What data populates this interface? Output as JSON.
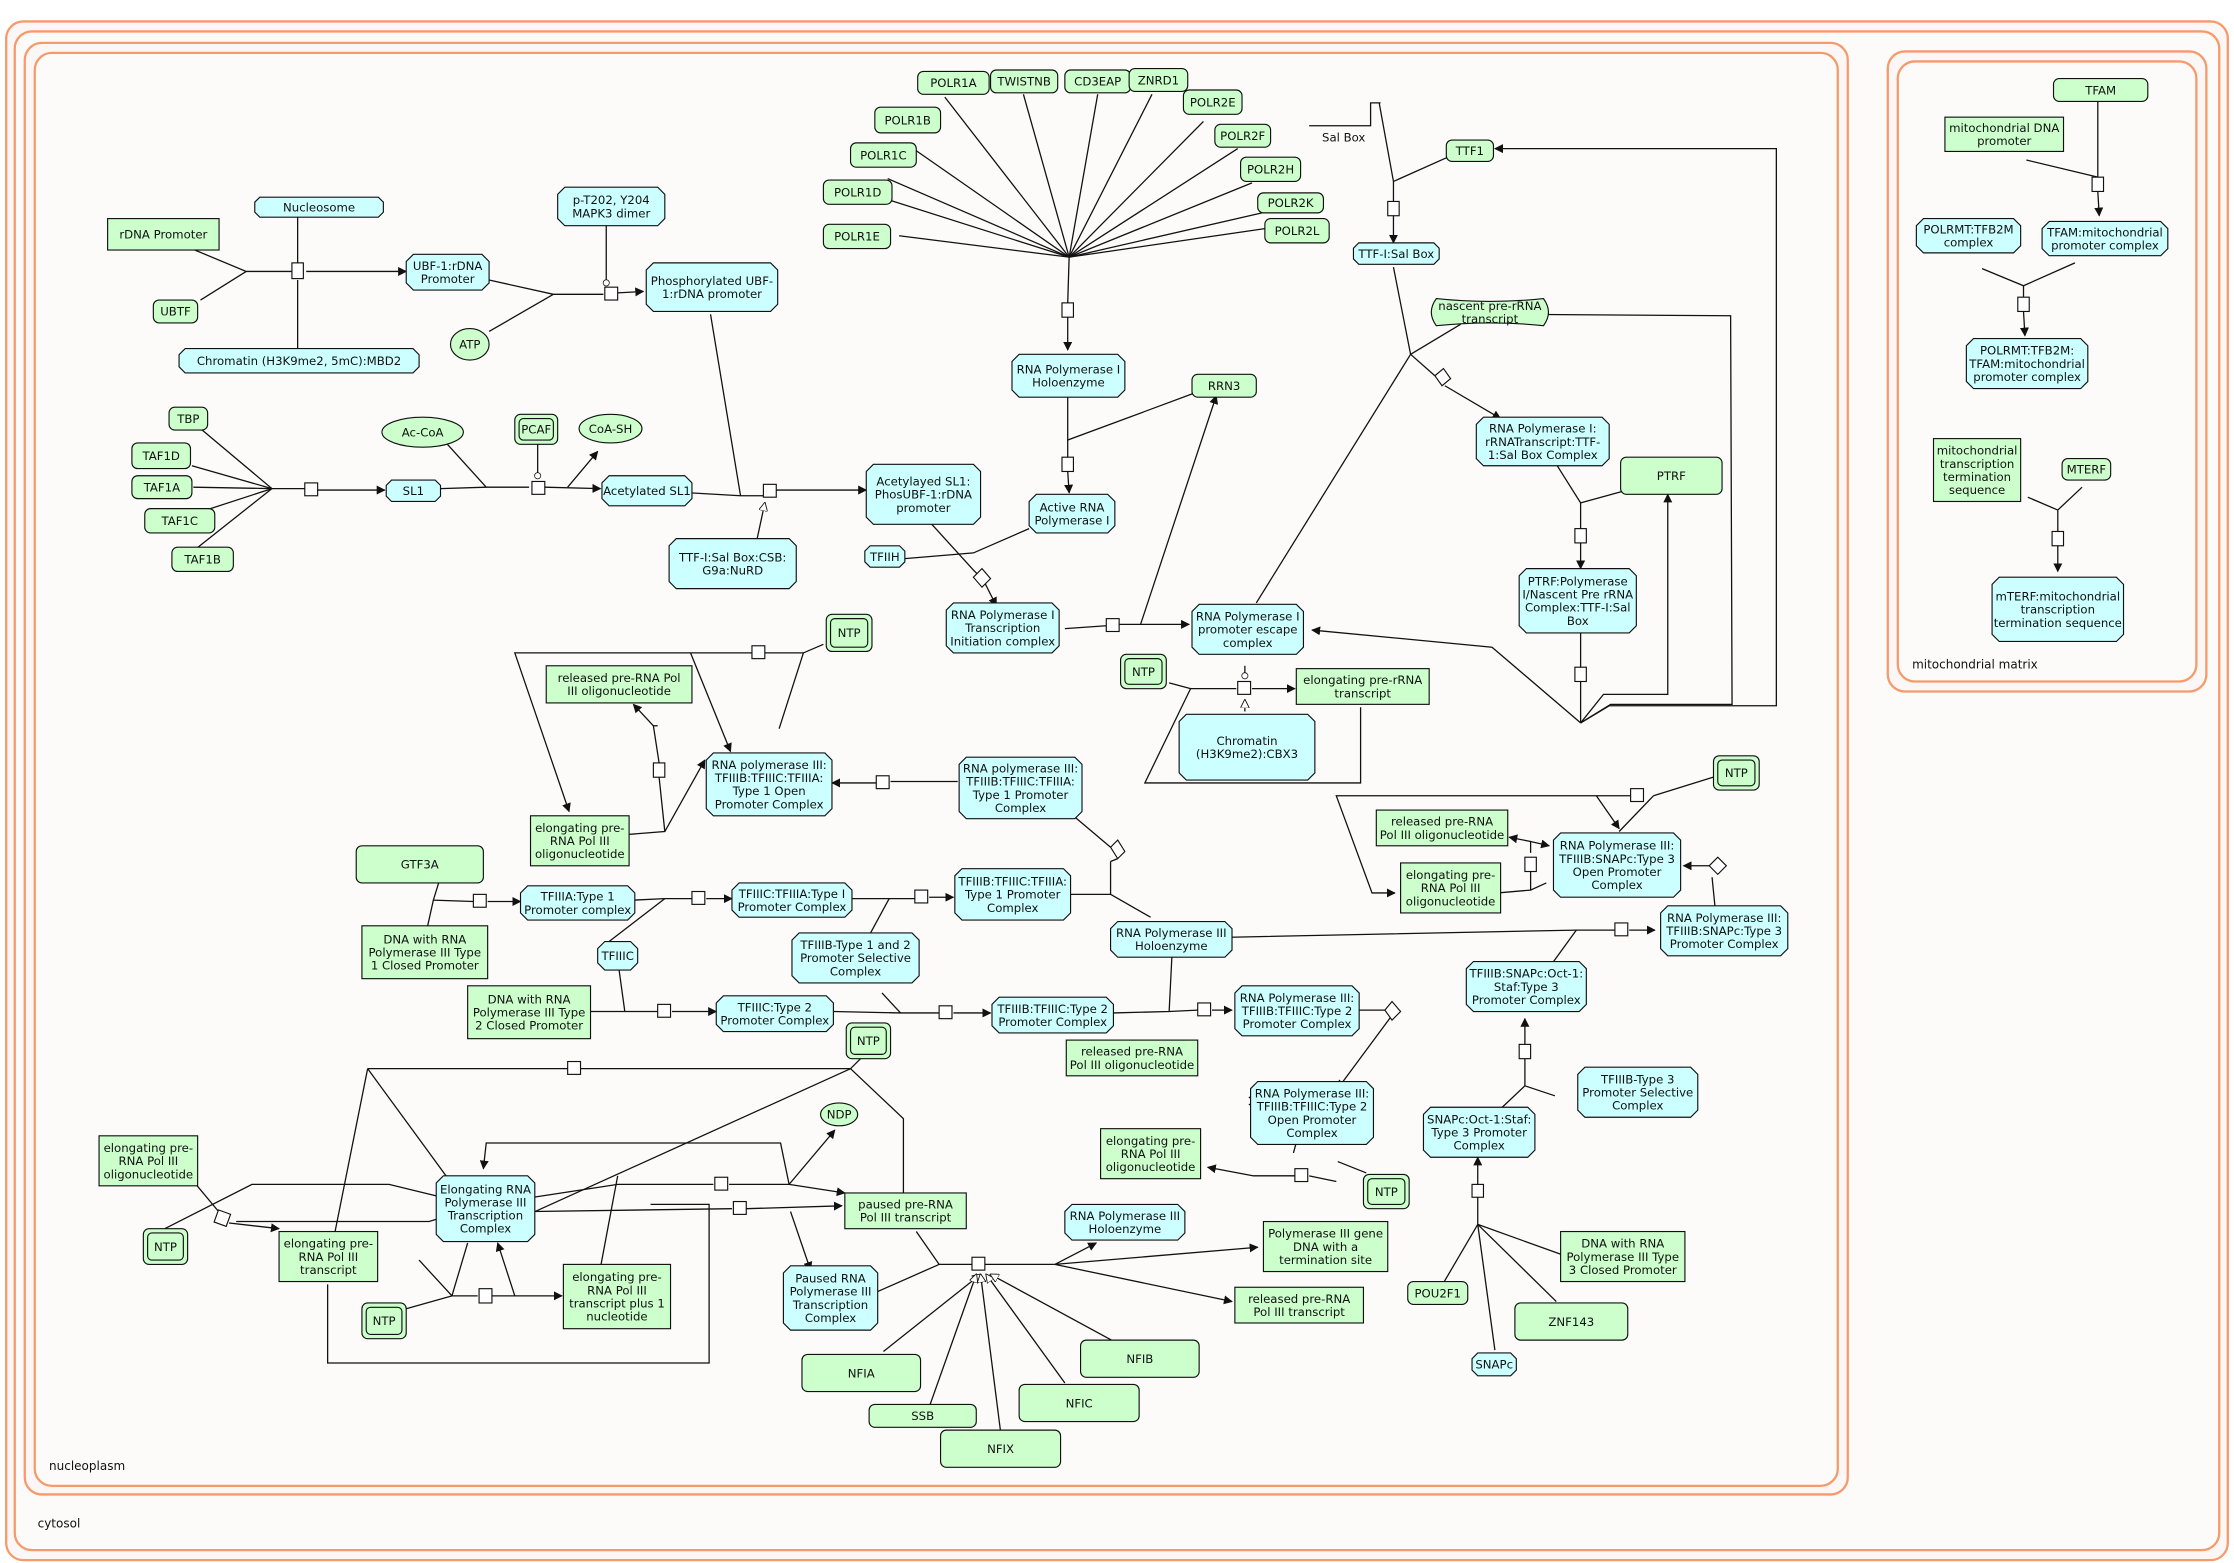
{
  "compartments": {
    "cytosol": "cytosol",
    "nucleoplasm": "nucleoplasm",
    "mitochondrial_matrix": "mitochondrial matrix"
  },
  "colors": {
    "complex_fill": "#ccffff",
    "protein_fill": "#ccffcc",
    "compartment_stroke": "#f79a6a",
    "background": "#fdfafa"
  },
  "nodes": {
    "nucleosome": "Nucleosome",
    "rdna_promoter": "rDNA Promoter",
    "ubtf": "UBTF",
    "chromatin_mbd2": "Chromatin (H3K9me2, 5mC):MBD2",
    "ubf1_rdna": [
      "UBF-1:rDNA",
      "Promoter"
    ],
    "mapk3": [
      "p-T202, Y204",
      "MAPK3 dimer"
    ],
    "atp": "ATP",
    "phos_ubf1": [
      "Phosphorylated UBF-",
      "1:rDNA promoter"
    ],
    "tbp": "TBP",
    "taf1d": "TAF1D",
    "taf1a": "TAF1A",
    "taf1c": "TAF1C",
    "taf1b": "TAF1B",
    "sl1": "SL1",
    "ac_coa": "Ac-CoA",
    "pcaf": "PCAF",
    "coa_sh": "CoA-SH",
    "acetylated_sl1": "Acetylated SL1",
    "ttf_csb": [
      "TTF-I:Sal Box:CSB:",
      "G9a:NuRD"
    ],
    "acetylayed_sl1_complex": [
      "Acetylayed SL1:",
      "PhosUBF-1:rDNA",
      "promoter"
    ],
    "tfiih": "TFIIH",
    "polr1a": "POLR1A",
    "twistnb": "TWISTNB",
    "cd3eap": "CD3EAP",
    "znrd1": "ZNRD1",
    "polr1b": "POLR1B",
    "polr1c": "POLR1C",
    "polr1d": "POLR1D",
    "polr1e": "POLR1E",
    "polr2e": "POLR2E",
    "polr2f": "POLR2F",
    "polr2h": "POLR2H",
    "polr2k": "POLR2K",
    "polr2l": "POLR2L",
    "pol1_holo": [
      "RNA Polymerase I",
      "Holoenzyme"
    ],
    "rrn3": "RRN3",
    "active_pol1": [
      "Active RNA",
      "Polymerase I"
    ],
    "pol1_init": [
      "RNA Polymerase I",
      "Transcription",
      "Initiation complex"
    ],
    "pol1_escape": [
      "RNA Polymerase I",
      "promoter escape",
      "complex"
    ],
    "sal_box": "Sal Box",
    "ttf1": "TTF1",
    "ttf_salbox": "TTF-I:Sal Box",
    "nascent_pre_rrna": [
      "nascent pre-rRNA",
      "transcript"
    ],
    "pol1_rrna_ttf": [
      "RNA Polymerase I:",
      "rRNATranscript:TTF-",
      "1:Sal Box Complex"
    ],
    "ptrf": "PTRF",
    "ptrf_complex": [
      "PTRF:Polymerase",
      "I/Nascent Pre rRNA",
      "Complex:TTF-I:Sal",
      "Box"
    ],
    "ntp_pol1": "NTP",
    "elong_pre_rrna": [
      "elongating pre-rRNA",
      "transcript"
    ],
    "chromatin_cbx3": [
      "Chromatin",
      "(H3K9me2):CBX3"
    ],
    "ntp_t1": "NTP",
    "released_t1": [
      "released pre-RNA Pol",
      "III oligonucleotide"
    ],
    "t1_open": [
      "RNA polymerase III:",
      "TFIIIB:TFIIIC:TFIIIA:",
      "Type 1 Open",
      "Promoter Complex"
    ],
    "elong_t1": [
      "elongating pre-",
      "RNA Pol III",
      "oligonucleotide"
    ],
    "t1_promoter_full": [
      "RNA polymerase III:",
      "TFIIIB:TFIIIC:TFIIIA:",
      "Type 1 Promoter",
      "Complex"
    ],
    "gtf3a": "GTF3A",
    "dna_t1_closed": [
      "DNA with RNA",
      "Polymerase III Type",
      "1 Closed Promoter"
    ],
    "tfiiia_t1": [
      "TFIIIA:Type 1",
      "Promoter complex"
    ],
    "tfiiic_tfiiia_t1": [
      "TFIIIC:TFIIIA:Type I",
      "Promoter Complex"
    ],
    "tfiiib_tfiiic_tfiiia_t1": [
      "TFIIIB:TFIIIC:TFIIIA:",
      "Type 1 Promoter",
      "Complex"
    ],
    "tfiiic": "TFIIIC",
    "tfiiib_t12": [
      "TFIIIB-Type 1 and 2",
      "Promoter Selective",
      "Complex"
    ],
    "pol3_holo": [
      "RNA Polymerase III",
      "Holoenzyme"
    ],
    "dna_t2_closed": [
      "DNA with RNA",
      "Polymerase III Type",
      "2 Closed Promoter"
    ],
    "tfiiic_t2": [
      "TFIIIC:Type 2",
      "Promoter Complex"
    ],
    "tfiiib_tfiiic_t2": [
      "TFIIIB:TFIIIC:Type 2",
      "Promoter Complex"
    ],
    "pol3_t2_promoter": [
      "RNA Polymerase III:",
      "TFIIIB:TFIIIC:Type 2",
      "Promoter Complex"
    ],
    "released_t2": [
      "released pre-RNA",
      "Pol III oligonucleotide"
    ],
    "t2_open": [
      "RNA Polymerase III:",
      "TFIIIB:TFIIIC:Type 2",
      "Open Promoter",
      "Complex"
    ],
    "elong_t2": [
      "elongating pre-",
      "RNA Pol III",
      "oligonucleotide"
    ],
    "ntp_t2": "NTP",
    "ntp_t3": "NTP",
    "released_t3": [
      "released pre-RNA",
      "Pol III oligonucleotide"
    ],
    "t3_open": [
      "RNA Polymerase III:",
      "TFIIIB:SNAPc:Type 3",
      "Open Promoter",
      "Complex"
    ],
    "elong_t3": [
      "elongating pre-",
      "RNA Pol III",
      "oligonucleotide"
    ],
    "pol3_t3_promoter": [
      "RNA Polymerase III:",
      "TFIIIB:SNAPc:Type 3",
      "Promoter Complex"
    ],
    "tfiiib_snapc_t3": [
      "TFIIIB:SNAPc:Oct-1:",
      "Staf:Type 3",
      "Promoter Complex"
    ],
    "tfiiib_t3": [
      "TFIIIB-Type 3",
      "Promoter Selective",
      "Complex"
    ],
    "snapc_oct1": [
      "SNAPc:Oct-1:Staf:",
      "Type 3 Promoter",
      "Complex"
    ],
    "pou2f1": "POU2F1",
    "dna_t3_closed": [
      "DNA with RNA",
      "Polymerase III Type",
      "3 Closed Promoter"
    ],
    "znf143": "ZNF143",
    "snapc": "SNAPc",
    "ntp_elong_top": "NTP",
    "elong_oligo_left": [
      "elongating pre-",
      "RNA Pol III",
      "oligonucleotide"
    ],
    "ntp_left": "NTP",
    "elong_transcript": [
      "elongating pre-",
      "RNA Pol III",
      "transcript"
    ],
    "elong_pol3": [
      "Elongating RNA",
      "Polymerase III",
      "Transcription",
      "Complex"
    ],
    "ndp": "NDP",
    "ntp_bottom": "NTP",
    "elong_plus1": [
      "elongating pre-",
      "RNA Pol III",
      "transcript plus 1",
      "nucleotide"
    ],
    "paused_transcript": [
      "paused pre-RNA",
      "Pol III transcript"
    ],
    "paused_pol3": [
      "Paused RNA",
      "Polymerase III",
      "Transcription",
      "Complex"
    ],
    "pol3_holo_out": [
      "RNA Polymerase III",
      "Holoenzyme"
    ],
    "pol3_gene_term": [
      "Polymerase III gene",
      "DNA with a",
      "termination site"
    ],
    "released_transcript": [
      "released pre-RNA",
      "Pol III transcript"
    ],
    "nfia": "NFIA",
    "ssb": "SSB",
    "nfix": "NFIX",
    "nfic": "NFIC",
    "nfib": "NFIB",
    "tfam": "TFAM",
    "mito_dna_promoter": [
      "mitochondrial DNA",
      "promoter"
    ],
    "polrmt_tfb2m": [
      "POLRMT:TFB2M",
      "complex"
    ],
    "tfam_mito_promoter": [
      "TFAM:mitochondrial",
      "promoter complex"
    ],
    "polrmt_tfb2m_tfam": [
      "POLRMT:TFB2M:",
      "TFAM:mitochondrial",
      "promoter complex"
    ],
    "mito_term_seq": [
      "mitochondrial",
      "transcription",
      "termination",
      "sequence"
    ],
    "mterf": "MTERF",
    "mterf_complex": [
      "mTERF:mitochondrial",
      "transcription",
      "termination sequence"
    ]
  }
}
